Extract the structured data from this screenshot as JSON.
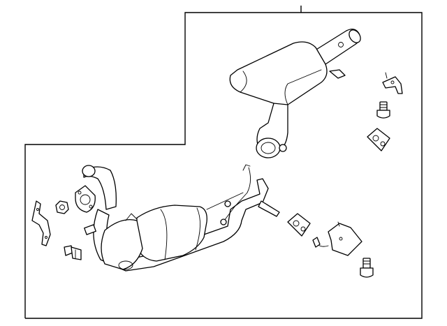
{
  "diagram": {
    "parts": [
      {
        "name": "muffler-assembly"
      },
      {
        "name": "catalytic-converter-assembly"
      },
      {
        "name": "exhaust-gasket"
      },
      {
        "name": "flange-nut"
      },
      {
        "name": "heat-shield-bracket"
      },
      {
        "name": "mounting-bolt"
      },
      {
        "name": "rubber-hanger"
      },
      {
        "name": "hanger-bracket"
      }
    ],
    "colors": {
      "line": "#000000",
      "background": "#ffffff"
    }
  }
}
